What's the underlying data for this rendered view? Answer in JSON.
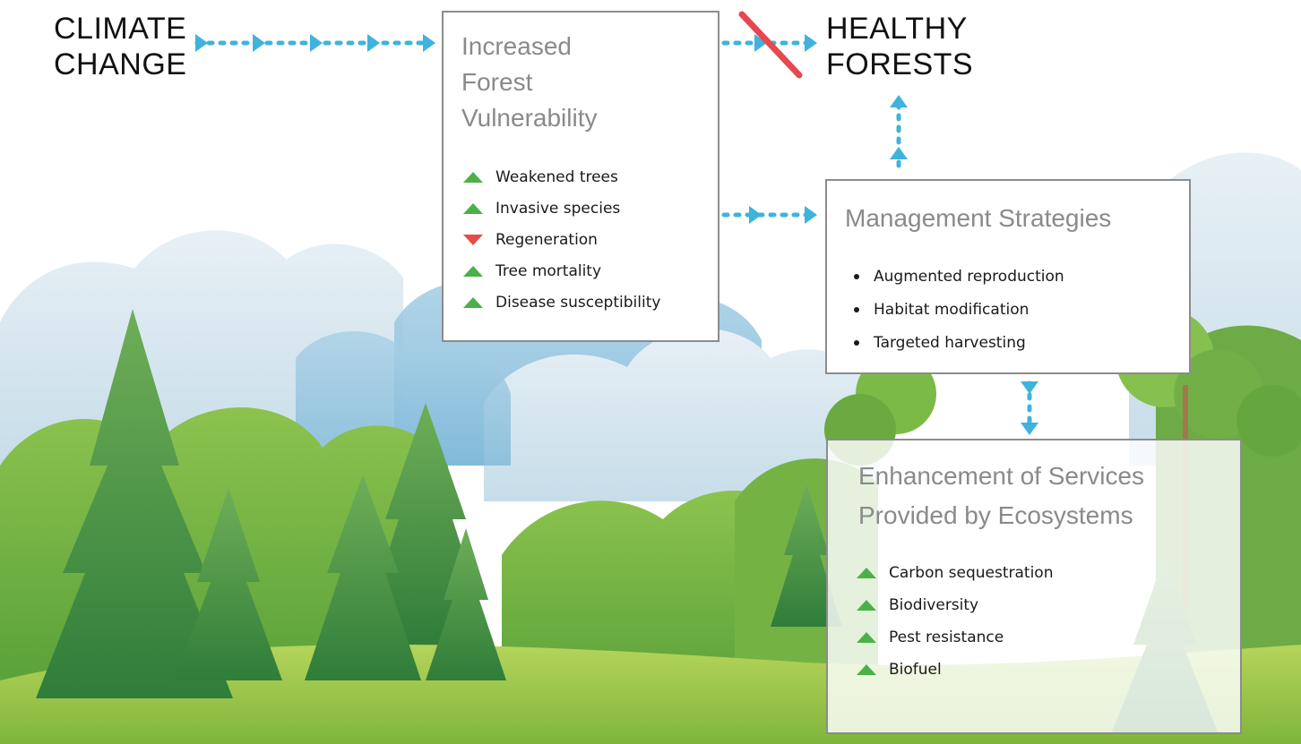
{
  "climate_change": {
    "line1": "CLIMATE",
    "line2": "CHANGE"
  },
  "healthy_forests": {
    "line1": "HEALTHY",
    "line2": "FORESTS"
  },
  "vulnerability": {
    "title_lines": [
      "Increased",
      "Forest",
      "Vulnerability"
    ],
    "items": [
      {
        "direction": "up",
        "label": "Weakened trees"
      },
      {
        "direction": "up",
        "label": "Invasive species"
      },
      {
        "direction": "down",
        "label": "Regeneration"
      },
      {
        "direction": "up",
        "label": "Tree mortality"
      },
      {
        "direction": "up",
        "label": "Disease susceptibility"
      }
    ]
  },
  "management": {
    "title": "Management Strategies",
    "items": [
      "Augmented reproduction",
      "Habitat modification",
      "Targeted harvesting"
    ]
  },
  "services": {
    "title_lines": [
      "Enhancement of Services",
      "Provided by Ecosystems"
    ],
    "items": [
      {
        "direction": "up",
        "label": "Carbon sequestration"
      },
      {
        "direction": "up",
        "label": "Biodiversity"
      },
      {
        "direction": "up",
        "label": "Pest resistance"
      },
      {
        "direction": "up",
        "label": "Biofuel"
      }
    ]
  },
  "colors": {
    "arrow": "#3fb3dc",
    "increase": "#4cb04a",
    "decrease": "#e84b4b",
    "blocked": "#e8474f",
    "box_border": "#8c8c8c",
    "title_gray": "#8a8a8a"
  },
  "icons": {
    "increase": "triangle-up-icon",
    "decrease": "triangle-down-icon",
    "blocked": "slash-icon",
    "flow": "dotted-arrow-icon"
  }
}
